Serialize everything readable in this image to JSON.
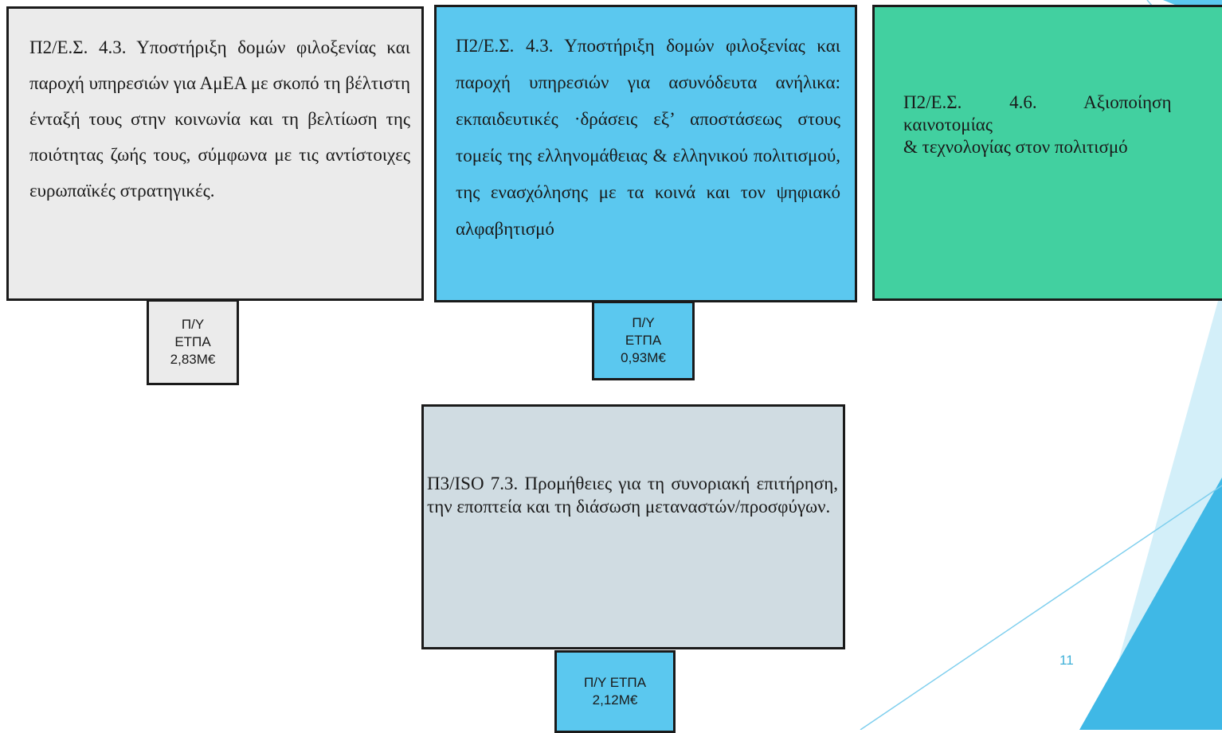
{
  "colors": {
    "grey_box": "#ebebeb",
    "blue_box": "#5bc8ef",
    "green_box": "#42d0a0",
    "steel_box": "#d0dce2",
    "border": "#1a1a1a",
    "accent_light": "#c4e9f7",
    "accent_dark": "#3fb8e6",
    "slide_number": "#3fb0d8"
  },
  "boxes": [
    {
      "id": "grey",
      "text": "Π2/Ε.Σ. 4.3. Υποστήριξη δομών φιλοξενίας και παροχή υπηρεσιών για ΑμΕΑ με σκοπό τη βέλτιστη ένταξή τους στην κοινωνία και τη βελτίωση της ποιότητας ζωής τους, σύμφωνα με τις αντίστοιχες ευρωπαϊκές στρατηγικές.",
      "tag": [
        "Π/Υ",
        "ΕΤΠΑ",
        "2,83Μ€"
      ]
    },
    {
      "id": "blue",
      "text": "Π2/Ε.Σ. 4.3. Υποστήριξη δομών φιλοξενίας και παροχή υπηρεσιών για ασυνόδευτα ανήλικα: εκπαιδευτικές ·δράσεις εξ’ αποστάσεως στους τομείς της ελληνομάθειας & ελληνικού πολιτισμού, της ενασχόλησης με τα κοινά και τον ψηφιακό αλφαβητισμό",
      "tag": [
        "Π/Υ",
        "ΕΤΠΑ",
        "0,93Μ€"
      ]
    },
    {
      "id": "green",
      "lines": [
        "Π2/Ε.Σ. 4.6. Αξιοποίηση",
        "καινοτομίας",
        "& τεχνολογίας στον πολιτισμό"
      ]
    },
    {
      "id": "steel",
      "text": "Π3/ISO 7.3. Προμήθειες για τη συνοριακή επιτήρηση, την εποπτεία και τη διάσωση μεταναστών/προσφύγων.",
      "tag": [
        "Π/Υ ΕΤΠΑ",
        "2,12Μ€"
      ]
    }
  ],
  "slide_number": "11"
}
